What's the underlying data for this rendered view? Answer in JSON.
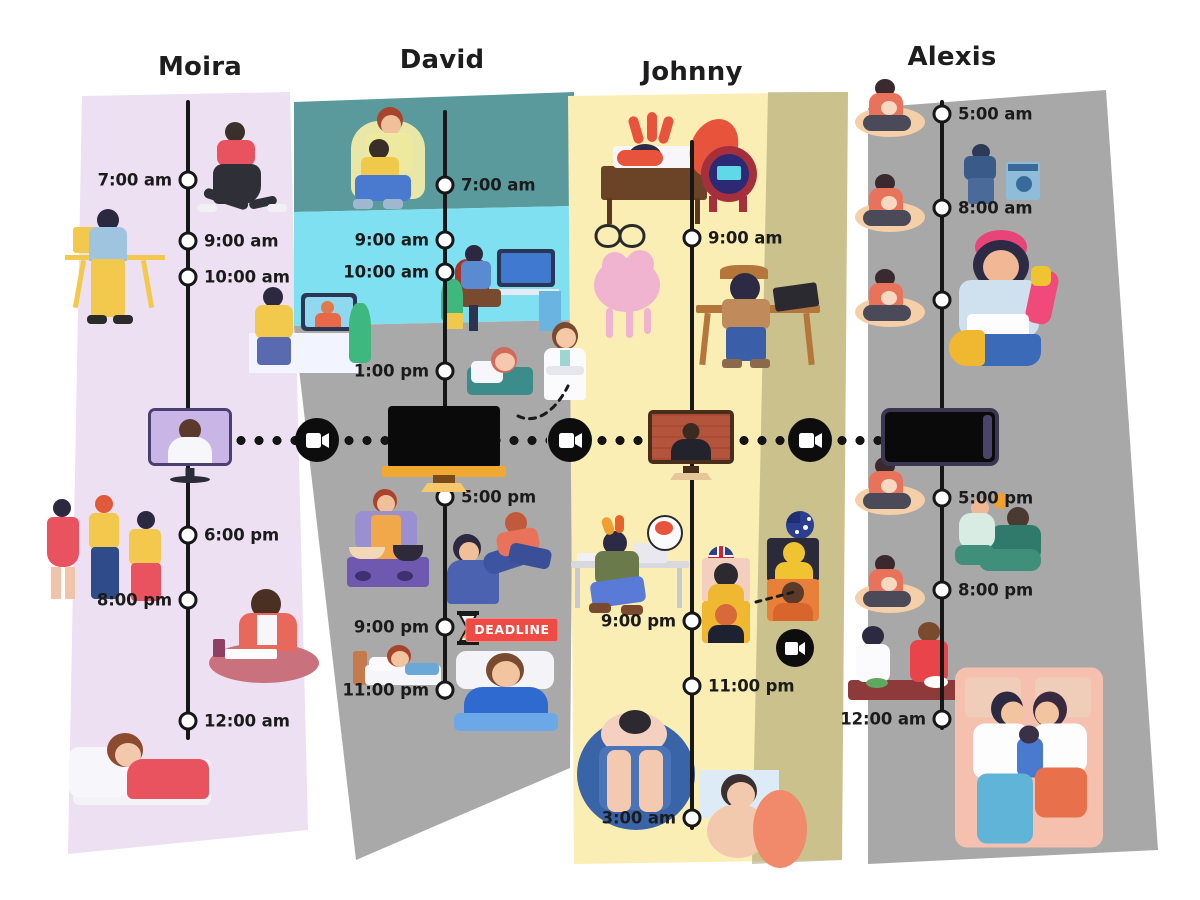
{
  "diagram": {
    "title_color": "#1d1d1d",
    "node_color": "#171717",
    "accent_red": "#ed4b43",
    "background": "#ffffff"
  },
  "columns": [
    {
      "id": "moira",
      "name": "Moira",
      "panel_color": "#ece0f2",
      "events": [
        {
          "time": "7:00 am",
          "side": "left",
          "activity": "morning-workout"
        },
        {
          "time": "9:00 am",
          "side": "right",
          "activity": "laptop-work-standing-desk"
        },
        {
          "time": "10:00 am",
          "side": "right",
          "activity": "video-call-from-home-desk"
        },
        {
          "time": "6:00 pm",
          "side": "right",
          "activity": "dancing-with-friends"
        },
        {
          "time": "8:00 pm",
          "side": "left",
          "activity": "studying-at-low-table"
        },
        {
          "time": "12:00 am",
          "side": "right",
          "activity": "sleeping"
        }
      ]
    },
    {
      "id": "david",
      "name": "David",
      "panel_color": "#5fa3a6",
      "panel_color_mid": "#7fe0f2",
      "panel_color_low": "#a9a9a9",
      "events": [
        {
          "time": "7:00 am",
          "side": "right",
          "activity": "father-holding-child"
        },
        {
          "time": "9:00 am",
          "side": "left",
          "activity": "desk-work-with-monitor"
        },
        {
          "time": "10:00 am",
          "side": "left",
          "activity": "joining-video-call"
        },
        {
          "time": "1:00 pm",
          "side": "left",
          "activity": "child-sick-doctor-visit"
        },
        {
          "time": "5:00 pm",
          "side": "right",
          "activity": "cooking-and-playing-with-kid"
        },
        {
          "time": "9:00 pm",
          "side": "left",
          "activity": "deadline-hourglass"
        },
        {
          "time": "11:00 pm",
          "side": "left",
          "activity": "going-to-bed"
        }
      ],
      "badge": "DEADLINE"
    },
    {
      "id": "johnny",
      "name": "Johnny",
      "panel_color": "#fbeeb5",
      "panel_shadow_color": "#b8ad7a",
      "events": [
        {
          "time": "9:00 am",
          "side": "right",
          "activity": "oversleeping-alarm-clock"
        },
        {
          "time": "9:00 pm",
          "side": "left",
          "activity": "burnout-at-desk"
        },
        {
          "time": "11:00 pm",
          "side": "right",
          "activity": "international-team-call"
        },
        {
          "time": "3:00 am",
          "side": "left",
          "activity": "insomnia-staring-at-ceiling"
        }
      ]
    },
    {
      "id": "alexis",
      "name": "Alexis",
      "panel_color": "#a8a8a8",
      "events": [
        {
          "time": "5:00 am",
          "side": "right",
          "activity": "breastfeeding-baby"
        },
        {
          "time": "8:00 am",
          "side": "right",
          "activity": "doing-laundry"
        },
        {
          "time": "",
          "side": "right",
          "activity": "folding-laundry-with-baby"
        },
        {
          "time": "5:00 pm",
          "side": "right",
          "activity": "playing-with-baby"
        },
        {
          "time": "8:00 pm",
          "side": "right",
          "activity": "family-dinner"
        },
        {
          "time": "12:00 am",
          "side": "left",
          "activity": "family-sleeping-in-bed"
        }
      ]
    }
  ],
  "call_band": {
    "label": "shared-video-call",
    "connector_style": "dotted",
    "camera_icon": "video-camera-icon",
    "screens": [
      {
        "column": "moira",
        "type": "desktop-monitor"
      },
      {
        "column": "david",
        "type": "television"
      },
      {
        "column": "johnny",
        "type": "desktop-monitor"
      },
      {
        "column": "alexis",
        "type": "tablet"
      }
    ]
  }
}
